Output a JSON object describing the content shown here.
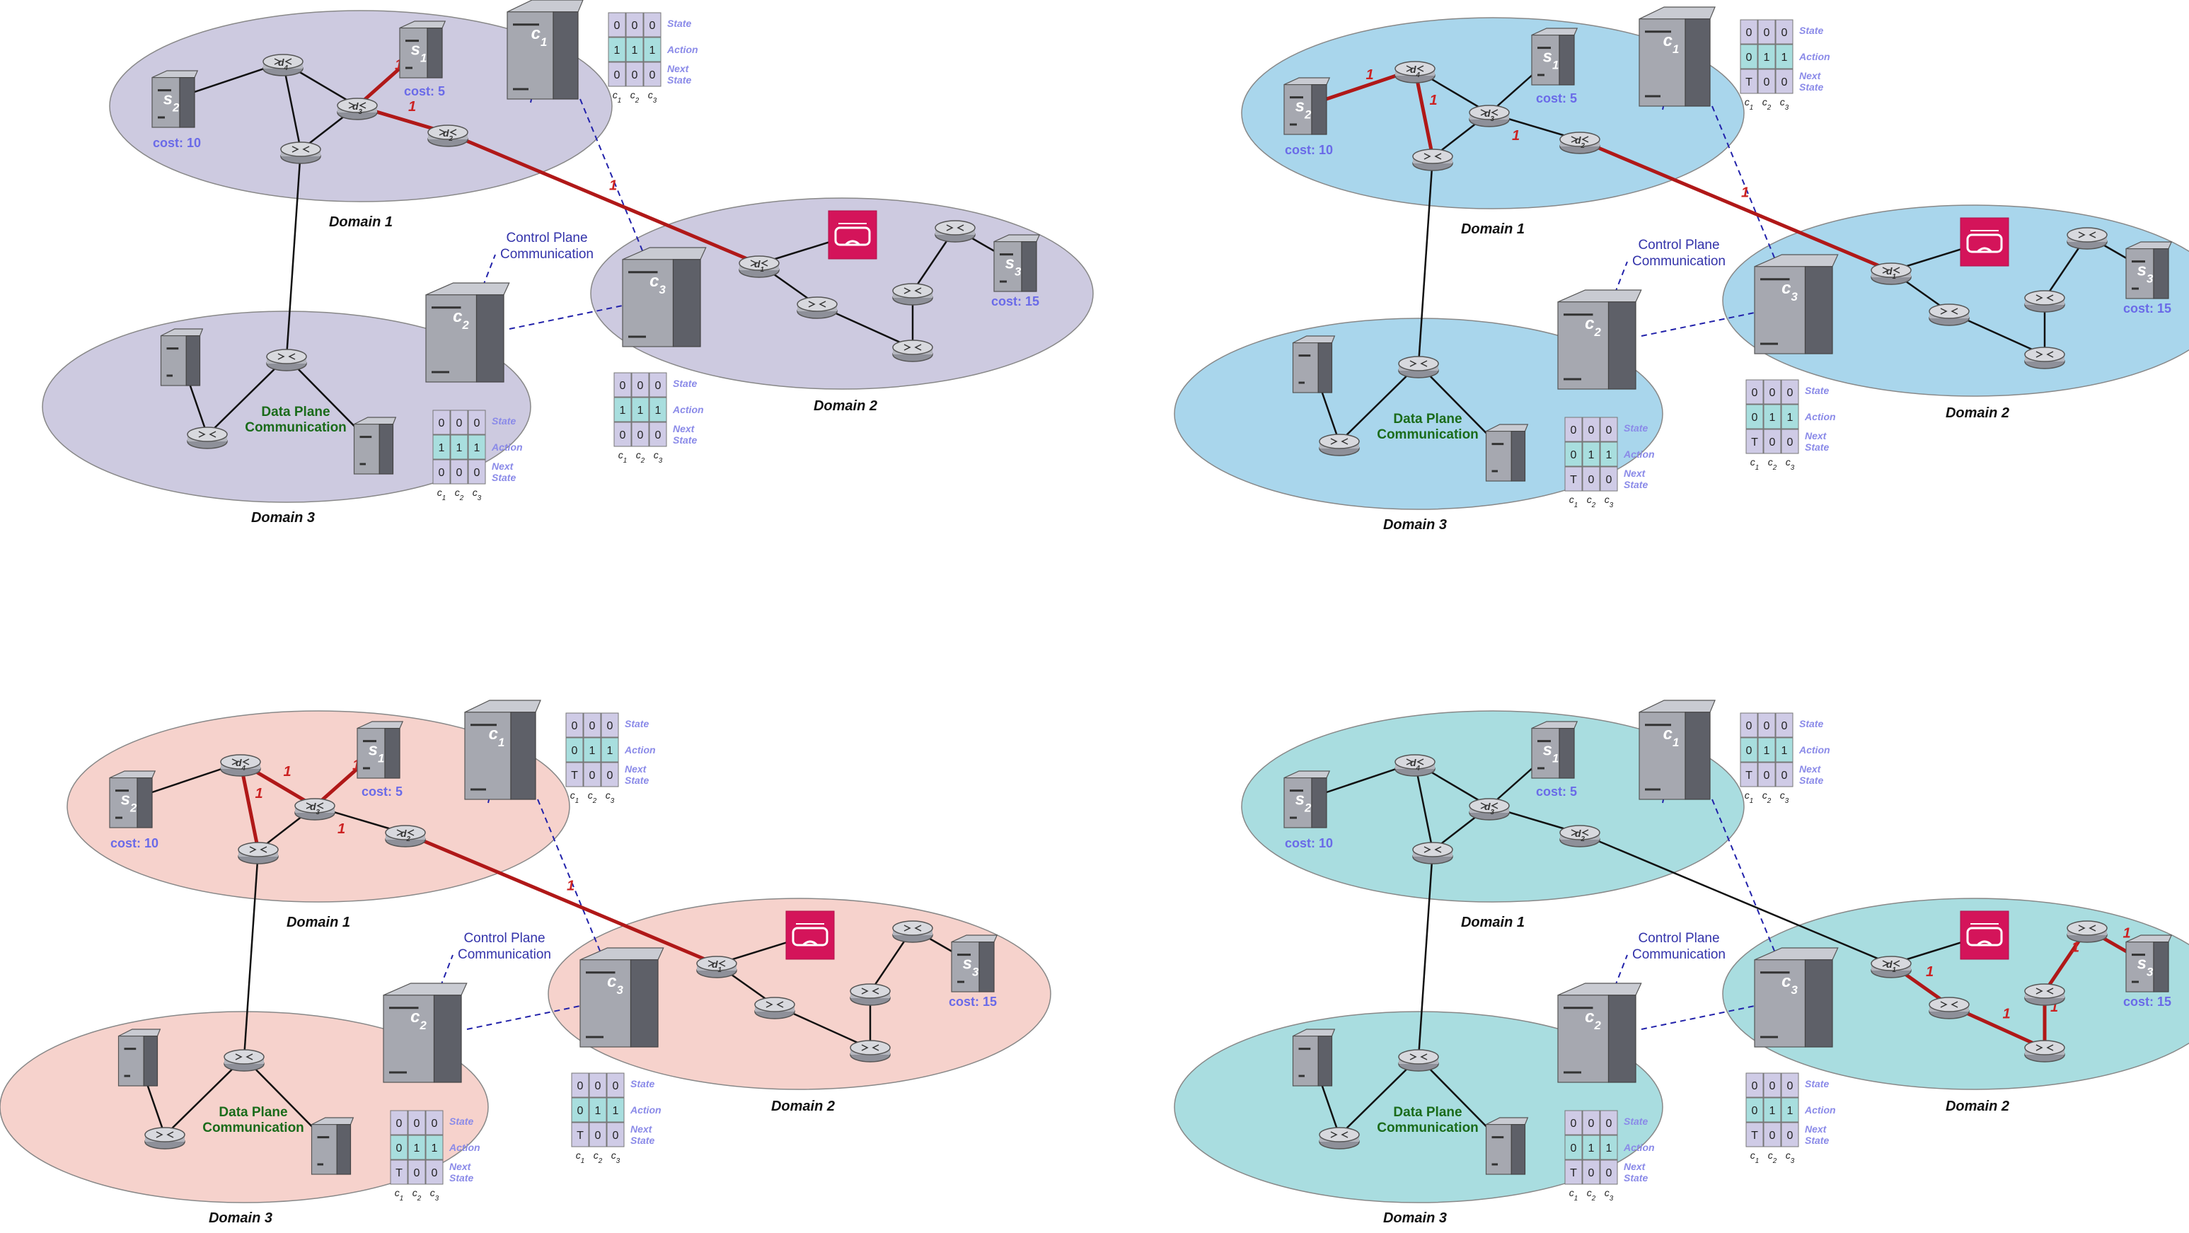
{
  "labels": {
    "domains": [
      "Domain 1",
      "Domain 2",
      "Domain 3"
    ],
    "control_plane": [
      "Control Plane",
      "Communication"
    ],
    "data_plane": [
      "Data Plane",
      "Communication"
    ],
    "table_rows": [
      "State",
      "Action",
      "Next",
      "State"
    ],
    "controllers": [
      "c1",
      "c2",
      "c3"
    ],
    "services": [
      "s1",
      "s2",
      "s3"
    ],
    "routers": [
      "d1",
      "d2",
      "d3",
      "d4"
    ]
  },
  "costs": {
    "s1": "cost: 5",
    "s2": "cost: 10",
    "s3": "cost: 15"
  },
  "colors": {
    "panels": [
      "#cdcae0",
      "#a9d6ec",
      "#f6d2cc",
      "#a9dde0"
    ],
    "data_path": "#b01818",
    "control_link": "#2222aa",
    "table_state": "#cfcbe6",
    "table_action": "#a8dede",
    "cost_text": "#6a6ae8",
    "data_plane_text": "#1a6b1a"
  },
  "icons": {
    "router": "router-icon",
    "server": "server-icon",
    "vr_headset": "vr-headset-icon"
  },
  "panels": [
    {
      "path": [
        "d1-d2",
        "d2-d3",
        "d3-s1"
      ],
      "hops": [
        "1",
        "1",
        "1"
      ],
      "tables": {
        "c1": {
          "state": [
            "0",
            "0",
            "0"
          ],
          "action": [
            "1",
            "1",
            "1"
          ],
          "next": [
            "0",
            "0",
            "0"
          ]
        },
        "c2": {
          "state": [
            "0",
            "0",
            "0"
          ],
          "action": [
            "1",
            "1",
            "1"
          ],
          "next": [
            "0",
            "0",
            "0"
          ]
        },
        "c3": {
          "state": [
            "0",
            "0",
            "0"
          ],
          "action": [
            "1",
            "1",
            "1"
          ],
          "next": [
            "0",
            "0",
            "0"
          ]
        }
      }
    },
    {
      "path": [
        "d1-d2",
        "d2-r5",
        "r5-d4",
        "d4-s2"
      ],
      "hops": [
        "1",
        "1",
        "1",
        "1"
      ],
      "tables": {
        "c1": {
          "state": [
            "0",
            "0",
            "0"
          ],
          "action": [
            "0",
            "1",
            "1"
          ],
          "next": [
            "T",
            "0",
            "0"
          ]
        },
        "c2": {
          "state": [
            "0",
            "0",
            "0"
          ],
          "action": [
            "0",
            "1",
            "1"
          ],
          "next": [
            "T",
            "0",
            "0"
          ]
        },
        "c3": {
          "state": [
            "0",
            "0",
            "0"
          ],
          "action": [
            "0",
            "1",
            "1"
          ],
          "next": [
            "T",
            "0",
            "0"
          ]
        }
      }
    },
    {
      "path": [
        "d1-d2",
        "d2-r5",
        "r5-d4",
        "d4-d3",
        "d3-s1"
      ],
      "hops": [
        "1",
        "1",
        "1",
        "1",
        "1"
      ],
      "tables": {
        "c1": {
          "state": [
            "0",
            "0",
            "0"
          ],
          "action": [
            "0",
            "1",
            "1"
          ],
          "next": [
            "T",
            "0",
            "0"
          ]
        },
        "c2": {
          "state": [
            "0",
            "0",
            "0"
          ],
          "action": [
            "0",
            "1",
            "1"
          ],
          "next": [
            "T",
            "0",
            "0"
          ]
        },
        "c3": {
          "state": [
            "0",
            "0",
            "0"
          ],
          "action": [
            "0",
            "1",
            "1"
          ],
          "next": [
            "T",
            "0",
            "0"
          ]
        }
      }
    },
    {
      "path": [
        "d1-r2",
        "r2-r3",
        "r3-r4",
        "r4-r5",
        "r5-s3"
      ],
      "hops": [
        "1",
        "1",
        "1",
        "1",
        "1"
      ],
      "tables": {
        "c1": {
          "state": [
            "0",
            "0",
            "0"
          ],
          "action": [
            "0",
            "1",
            "1"
          ],
          "next": [
            "T",
            "0",
            "0"
          ]
        },
        "c2": {
          "state": [
            "0",
            "0",
            "0"
          ],
          "action": [
            "0",
            "1",
            "1"
          ],
          "next": [
            "T",
            "0",
            "0"
          ]
        },
        "c3": {
          "state": [
            "0",
            "0",
            "0"
          ],
          "action": [
            "0",
            "1",
            "1"
          ],
          "next": [
            "T",
            "0",
            "0"
          ]
        }
      }
    }
  ]
}
